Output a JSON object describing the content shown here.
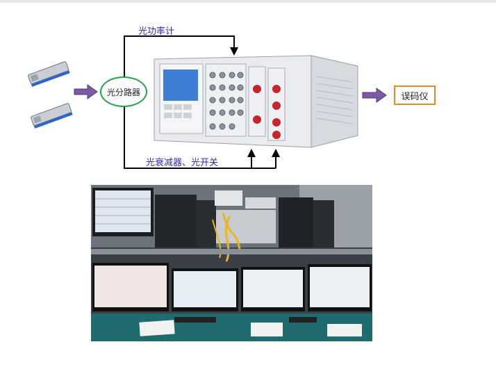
{
  "diagram": {
    "labels": {
      "power_meter": "光功率计",
      "splitter": "光分路器",
      "attenuator_switch": "光衰减器、光开关",
      "ber_tester": "误码仪"
    },
    "icons": [
      "sfp-module-icon",
      "sfp-module-icon",
      "test-instrument-chassis-icon",
      "arrow-icon"
    ],
    "colors": {
      "splitter_border": "#22a14a",
      "ber_border": "#e58a1f",
      "arrow_fill": "#7d5aa6",
      "label_text": "#2a2aa8",
      "line": "#000000"
    }
  },
  "photo": {
    "description_icon": "lab-test-bench-photo"
  }
}
